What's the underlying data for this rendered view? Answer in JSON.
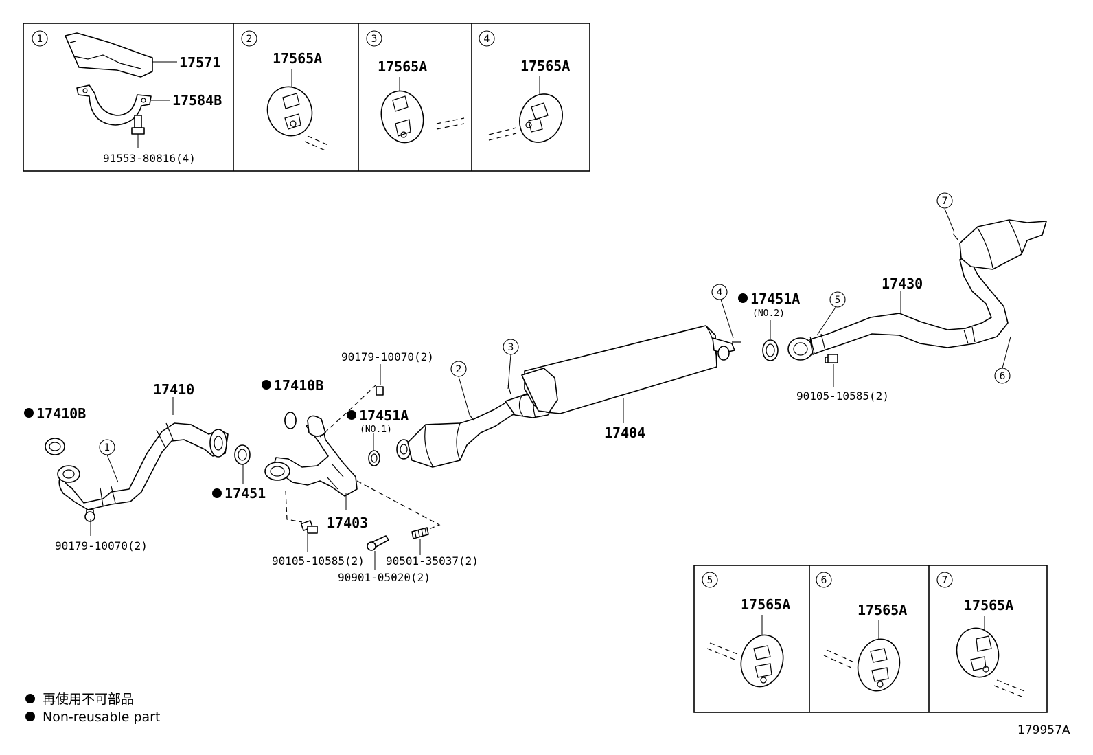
{
  "boxes_top": [
    {
      "number": "1",
      "labels": [
        "17571",
        "17584B",
        "91553-80816(4)"
      ]
    },
    {
      "number": "2",
      "labels": [
        "17565A"
      ]
    },
    {
      "number": "3",
      "labels": [
        "17565A"
      ]
    },
    {
      "number": "4",
      "labels": [
        "17565A"
      ]
    }
  ],
  "boxes_bottom": [
    {
      "number": "5",
      "labels": [
        "17565A"
      ]
    },
    {
      "number": "6",
      "labels": [
        "17565A"
      ]
    },
    {
      "number": "7",
      "labels": [
        "17565A"
      ]
    }
  ],
  "parts": {
    "p17410": "17410",
    "p17410B_left": "17410B",
    "p17410B_mid": "17410B",
    "p17451": "17451",
    "p17403": "17403",
    "p17451A_1": "17451A",
    "p17451A_1_sub": "(NO.1)",
    "p17404": "17404",
    "p17451A_2": "17451A",
    "p17451A_2_sub": "(NO.2)",
    "p17430": "17430",
    "bolt_90179_left": "90179-10070(2)",
    "bolt_90179_top": "90179-10070(2)",
    "bolt_90105_mid": "90105-10585(2)",
    "bolt_90105_right": "90105-10585(2)",
    "spring_90501": "90501-35037(2)",
    "bolt_90901": "90901-05020(2)"
  },
  "callouts": {
    "c1": "1",
    "c2": "2",
    "c3": "3",
    "c4": "4",
    "c5": "5",
    "c6": "6",
    "c7": "7"
  },
  "legend": {
    "line1": "再使用不可部品",
    "line2": "Non-reusable part"
  },
  "diagram_code": "179957A"
}
